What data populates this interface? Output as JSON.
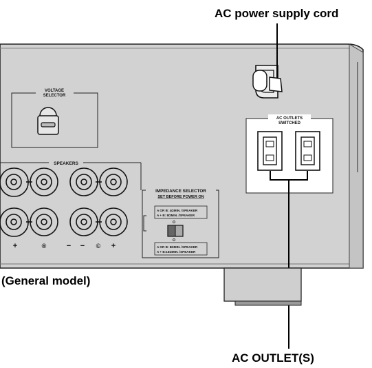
{
  "callouts": {
    "power_cord": "AC power supply cord",
    "outlet": "AC OUTLET(S)"
  },
  "caption": "(General model)",
  "panel": {
    "voltage_selector": [
      "VOLTAGE",
      "SELECTOR"
    ],
    "speakers": "SPEAKERS",
    "impedance_selector": "IMPEDANCE SELECTOR",
    "impedance_note": "SET BEFORE POWER ON",
    "impedance_setting_1": [
      "A OR B: 4ΩMIN. /SPEAKER",
      "A + B: 8ΩMIN. /SPEAKER"
    ],
    "impedance_setting_2": [
      "A OR B:  8ΩMIN. /SPEAKER",
      "A + B:16ΩMIN. /SPEAKER"
    ],
    "ac_outlets": [
      "AC OUTLETS",
      "SWITCHED"
    ],
    "terminal_marks": [
      "+",
      "®",
      "−",
      "−",
      "©",
      "+"
    ]
  },
  "colors": {
    "panel": "#d2d2d2",
    "line": "#000000"
  }
}
